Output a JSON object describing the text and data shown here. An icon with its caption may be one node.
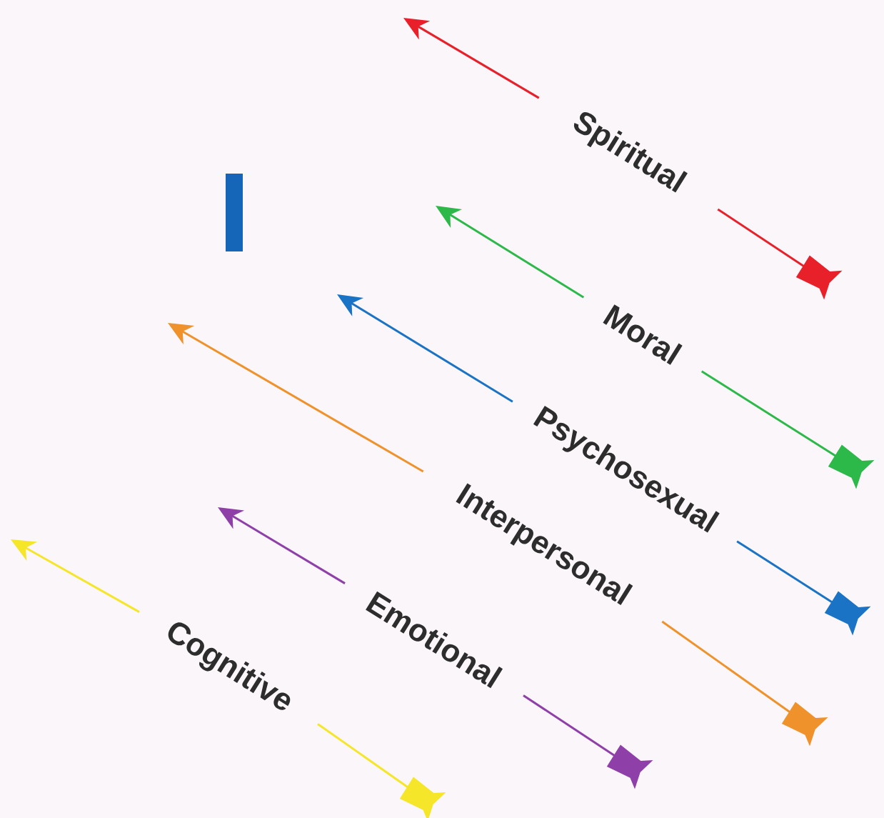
{
  "diagram": {
    "nodes": [
      {
        "text": [],
        "shape": "bar"
      }
    ],
    "labels": [
      "Spiritual",
      "Moral",
      "Psychosexual",
      "Interpersonal",
      "Emotional",
      "Cognitive"
    ]
  }
}
